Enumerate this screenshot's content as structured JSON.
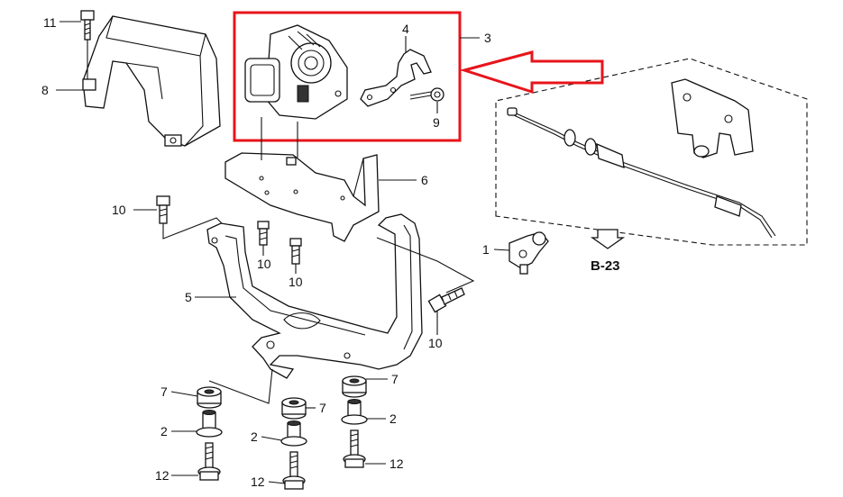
{
  "callouts": {
    "c1": "1",
    "c2a": "2",
    "c2b": "2",
    "c2c": "2",
    "c3": "3",
    "c4": "4",
    "c5": "5",
    "c6": "6",
    "c7a": "7",
    "c7b": "7",
    "c7c": "7",
    "c8": "8",
    "c9": "9",
    "c10a": "10",
    "c10b": "10",
    "c10c": "10",
    "c10d": "10",
    "c11": "11",
    "c12a": "12",
    "c12b": "12",
    "c12c": "12"
  },
  "reference": "B-23",
  "colors": {
    "highlight": "#e8141b",
    "ink": "#111111"
  }
}
